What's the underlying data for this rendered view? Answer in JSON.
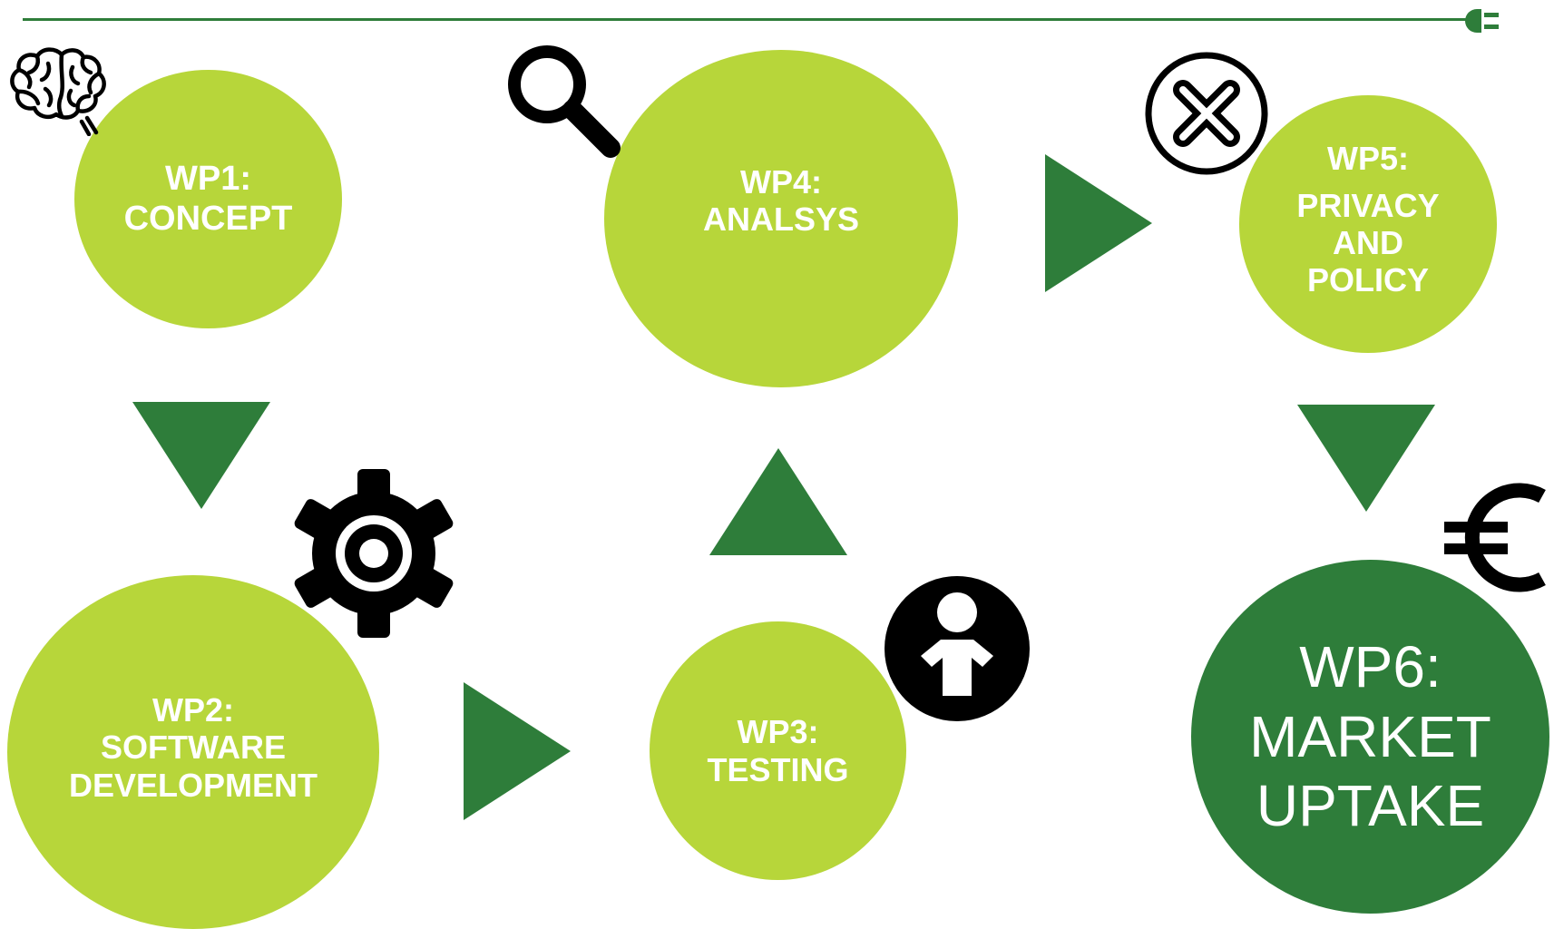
{
  "colors": {
    "light_green": "#b7d63a",
    "dark_green": "#2e7d3a",
    "icon": "#000000",
    "text": "#ffffff"
  },
  "nodes": {
    "wp1": {
      "id": "WP1:",
      "title": "CONCEPT",
      "icon": "brain-icon"
    },
    "wp2": {
      "id": "WP2:",
      "line1": "SOFTWARE",
      "line2": "DEVELOPMENT",
      "icon": "gear-icon"
    },
    "wp3": {
      "id": "WP3:",
      "title": "TESTING",
      "icon": "person-icon"
    },
    "wp4": {
      "id": "WP4:",
      "title": "ANALSYS",
      "icon": "magnifier-icon"
    },
    "wp5": {
      "id": "WP5:",
      "line1": "PRIVACY",
      "line2": "AND",
      "line3": "POLICY",
      "icon": "close-circle-icon"
    },
    "wp6": {
      "id": "WP6:",
      "line1": "MARKET",
      "line2": "UPTAKE",
      "icon": "euro-icon"
    }
  },
  "flow": [
    "wp1",
    "wp2",
    "wp3",
    "wp4",
    "wp5",
    "wp6"
  ]
}
